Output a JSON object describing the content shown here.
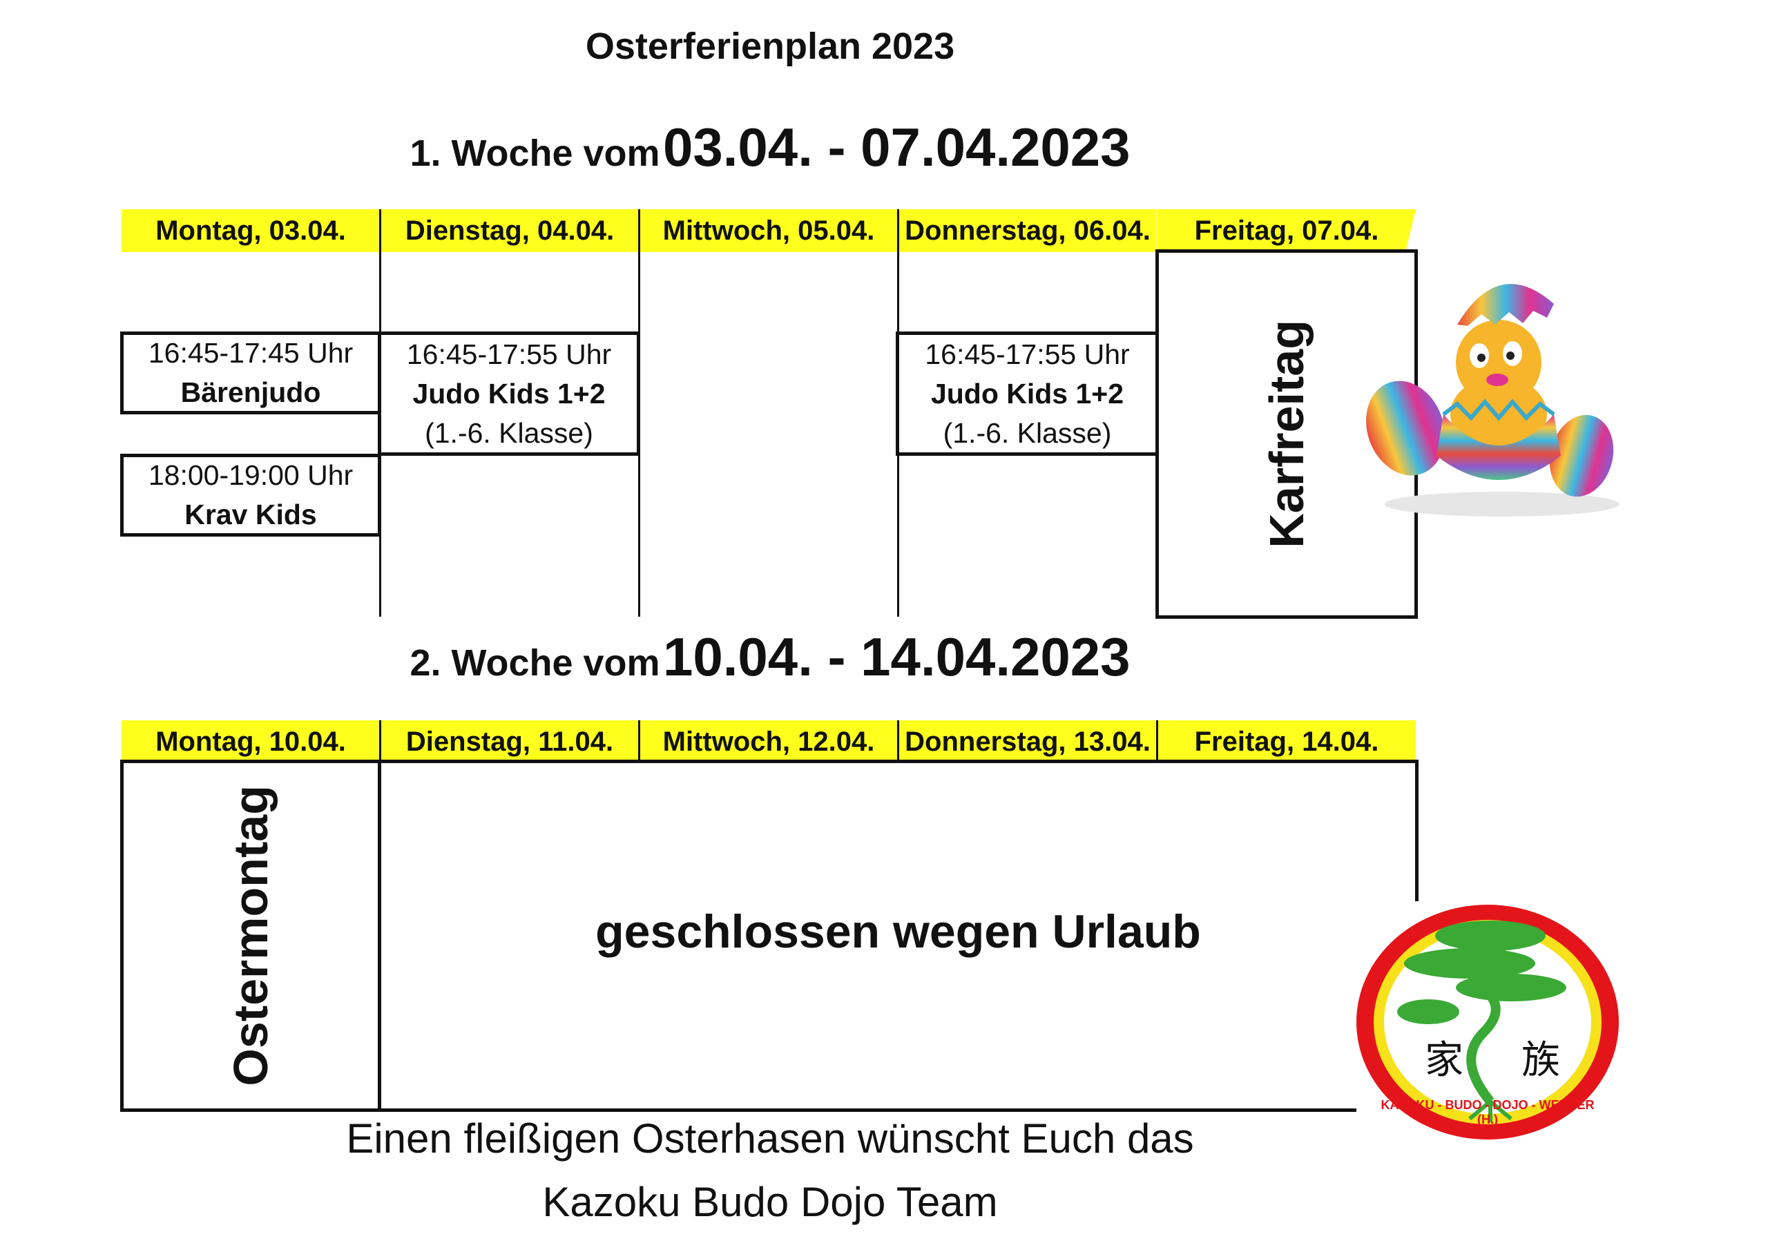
{
  "title": "Osterferienplan 2023",
  "week1": {
    "prefix": "1. Woche vom",
    "range": "03.04. - 07.04.2023",
    "days": [
      "Montag, 03.04.",
      "Dienstag, 04.04.",
      "Mittwoch, 05.04.",
      "Donnerstag, 06.04.",
      "Freitag, 07.04."
    ],
    "sessions": {
      "mon1": {
        "time": "16:45-17:45 Uhr",
        "name": "Bärenjudo"
      },
      "mon2": {
        "time": "18:00-19:00 Uhr",
        "name": "Krav Kids"
      },
      "tue": {
        "time": "16:45-17:55 Uhr",
        "name": "Judo Kids 1+2",
        "note": "(1.-6. Klasse)"
      },
      "thu": {
        "time": "16:45-17:55 Uhr",
        "name": "Judo Kids 1+2",
        "note": "(1.-6. Klasse)"
      }
    },
    "holiday": "Karfreitag"
  },
  "week2": {
    "prefix": "2. Woche vom",
    "range": "10.04. - 14.04.2023",
    "days": [
      "Montag, 10.04.",
      "Dienstag, 11.04.",
      "Mittwoch, 12.04.",
      "Donnerstag, 13.04.",
      "Freitag, 14.04."
    ],
    "holiday": "Ostermontag",
    "closed": "geschlossen wegen Urlaub"
  },
  "footer": {
    "line1": "Einen fleißigen Osterhasen wünscht Euch das",
    "line2": "Kazoku Budo Dojo Team"
  },
  "logo": {
    "kanji1": "家",
    "kanji2": "族",
    "ring_text": "KAZOKU - BUDO - DOJO - WERDER (H.)",
    "colors": {
      "ring": "#e4141b",
      "inner": "#f6e11a",
      "tree": "#3aa935"
    }
  },
  "colors": {
    "day_header": "#ffff1e",
    "lines": "#111111"
  }
}
